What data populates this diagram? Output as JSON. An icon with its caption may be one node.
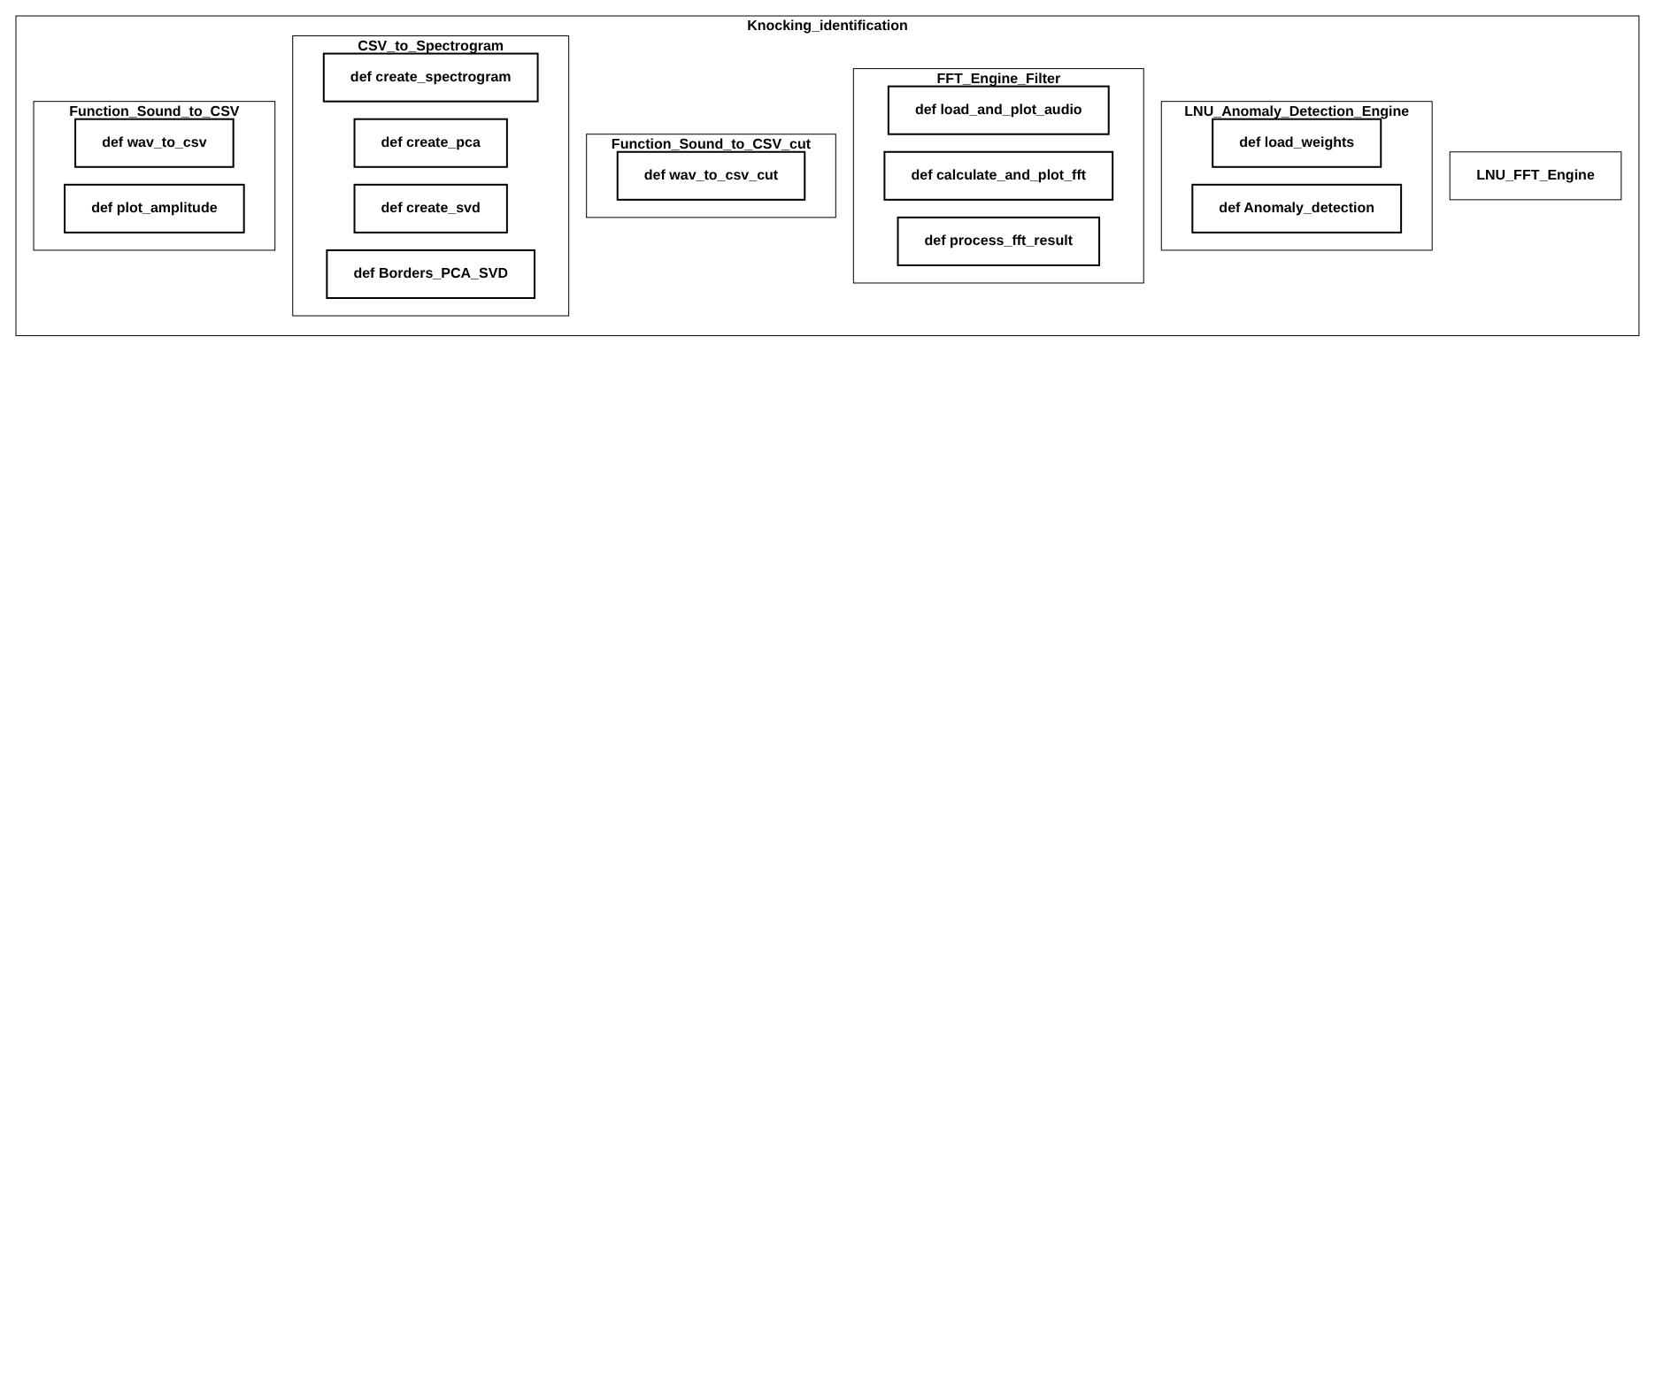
{
  "diagram": {
    "nodes": [
      {
        "text": [
          "Knocking_identification"
        ]
      },
      {
        "text": [
          "Function_Sound_to_CSV"
        ],
        "in": 0
      },
      {
        "text": [
          "def wav_to_csv"
        ],
        "in": 1
      },
      {
        "text": [
          "def plot_amplitude"
        ],
        "in": 1
      },
      {
        "text": [
          "CSV_to_Spectrogram"
        ],
        "in": 0
      },
      {
        "text": [
          "def create_spectrogram"
        ],
        "in": 4
      },
      {
        "text": [
          "def create_pca"
        ],
        "in": 4
      },
      {
        "text": [
          "def create_svd"
        ],
        "in": 4
      },
      {
        "text": [
          "def Borders_PCA_SVD"
        ],
        "in": 4
      },
      {
        "text": [
          "Function_Sound_to_CSV_cut"
        ],
        "in": 0
      },
      {
        "text": [
          "def wav_to_csv_cut"
        ],
        "in": 9
      },
      {
        "text": [
          "LNU_FFT_Engine"
        ],
        "in": 0
      },
      {
        "text": [
          "FFT_Engine_Filter"
        ],
        "in": 0
      },
      {
        "text": [
          "def load_and_plot_audio"
        ],
        "in": 12
      },
      {
        "text": [
          "def calculate_and_plot_fft"
        ],
        "in": 12
      },
      {
        "text": [
          "def process_fft_result"
        ],
        "in": 12
      },
      {
        "text": [
          "LNU_Anomaly_Detection_Engine"
        ],
        "in": 0
      },
      {
        "text": [
          "def load_weights"
        ],
        "in": 16
      },
      {
        "text": [
          "def Anomaly_detection"
        ],
        "in": 16
      }
    ]
  }
}
